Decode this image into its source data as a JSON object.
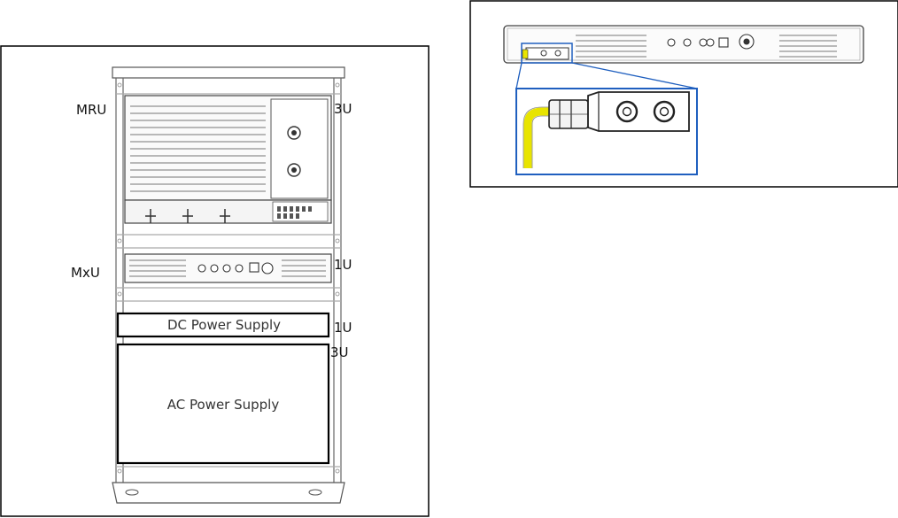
{
  "rack": {
    "labels": {
      "mru": "MRU",
      "mxu": "MxU",
      "mru_size": "3U",
      "mxu_size": "1U",
      "dc_size": "1U",
      "ac_size": "3U"
    },
    "dc_power_supply": "DC Power Supply",
    "ac_power_supply": "AC Power Supply"
  },
  "ground_detail": {
    "cable_color": "#e8e400",
    "highlight_color": "#1f5fbf"
  }
}
